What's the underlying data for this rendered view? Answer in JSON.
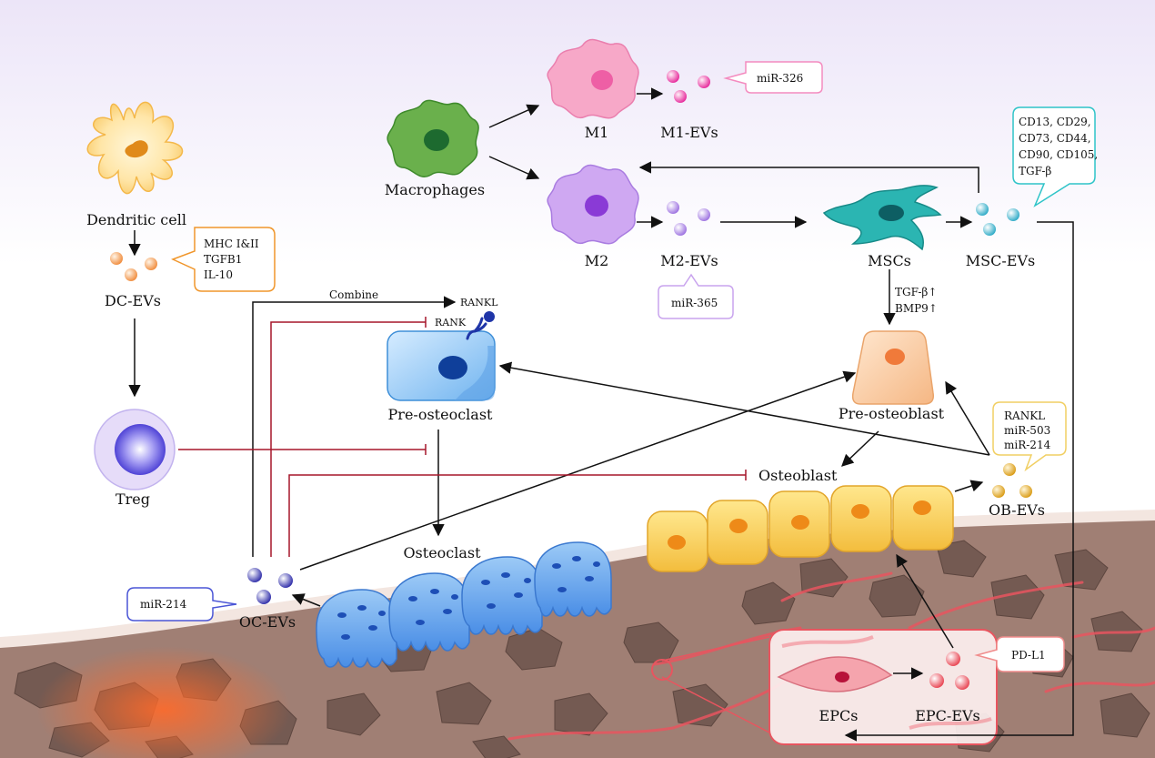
{
  "labels": {
    "dendritic_cell": "Dendritic cell",
    "dc_evs": "DC-EVs",
    "treg": "Treg",
    "macrophages": "Macrophages",
    "m1": "M1",
    "m1_evs": "M1-EVs",
    "m2": "M2",
    "m2_evs": "M2-EVs",
    "mscs": "MSCs",
    "msc_evs": "MSC-EVs",
    "pre_osteoclast": "Pre-osteoclast",
    "pre_osteoblast": "Pre-osteoblast",
    "osteoblast": "Osteoblast",
    "ob_evs": "OB-EVs",
    "osteoclast": "Osteoclast",
    "oc_evs": "OC-EVs",
    "epcs": "EPCs",
    "epc_evs": "EPC-EVs",
    "combine": "Combine",
    "rankl": "RANKL",
    "rank": "RANK",
    "tgf_up": "TGF-β↑",
    "bmp9_up": "BMP9↑"
  },
  "callouts": {
    "dc": [
      "MHC I&II",
      "TGFB1",
      "IL-10"
    ],
    "m1": [
      "miR-326"
    ],
    "m2": [
      "miR-365"
    ],
    "msc": [
      "CD13, CD29,",
      "CD73, CD44,",
      "CD90, CD105,",
      "TGF-β"
    ],
    "ob": [
      "RANKL",
      "miR-503",
      "miR-214"
    ],
    "oc": [
      "miR-214"
    ],
    "epc": [
      "PD-L1"
    ]
  },
  "colors": {
    "activation_arrow": "#111111",
    "inhibition_line": "#a5162a",
    "dc_callout": "#f0962b",
    "m1_callout": "#f48bbf",
    "m2_callout": "#c9a4ee",
    "msc_callout": "#2fc4c8",
    "ob_callout": "#f1cf63",
    "oc_callout": "#4a55d6",
    "epc_callout": "#f08c8c"
  }
}
